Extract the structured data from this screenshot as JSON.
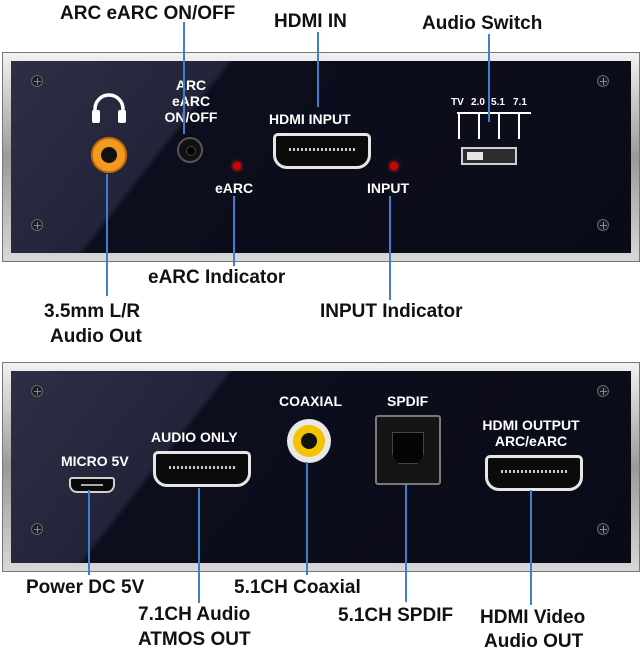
{
  "callouts": {
    "arc_onoff": "ARC eARC ON/OFF",
    "hdmi_in": "HDMI IN",
    "audio_switch": "Audio Switch",
    "earc_indicator": "eARC Indicator",
    "audio_out_line1": "3.5mm  L/R",
    "audio_out_line2": "Audio Out",
    "input_indicator": "INPUT Indicator",
    "power": "Power DC 5V",
    "coaxial": "5.1CH Coaxial",
    "atmos_line1": "7.1CH Audio",
    "atmos_line2": "ATMOS OUT",
    "spdif": "5.1CH SPDIF",
    "hdmi_out_line1": "HDMI Video",
    "hdmi_out_line2": "Audio OUT"
  },
  "top_panel": {
    "arc_label_1": "ARC",
    "arc_label_2": "eARC",
    "arc_label_3": "ON/OFF",
    "hdmi_input_label": "HDMI INPUT",
    "earc_label": "eARC",
    "input_label": "INPUT",
    "switch_positions": [
      "TV",
      "2.0",
      "5.1",
      "7.1"
    ]
  },
  "bottom_panel": {
    "micro_label": "MICRO 5V",
    "audio_only_label": "AUDIO ONLY",
    "coaxial_label": "COAXIAL",
    "spdif_label": "SPDIF",
    "hdmi_output_label_1": "HDMI OUTPUT",
    "hdmi_output_label_2": "ARC/eARC"
  },
  "colors": {
    "callout_line": "#3f7fcc",
    "led": "#d20000",
    "headphone_jack": "#f39a1e",
    "coaxial_ring": "#f2c400"
  }
}
